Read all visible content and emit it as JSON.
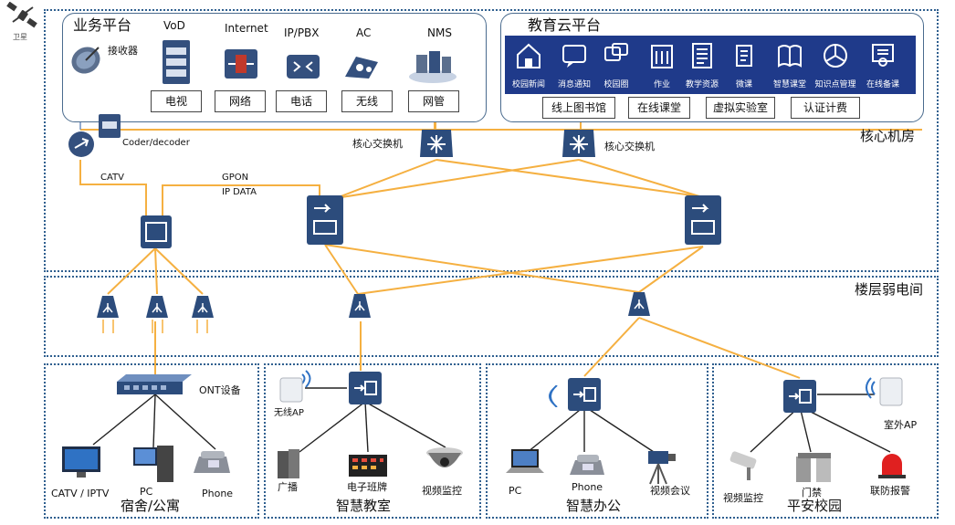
{
  "satellite_label": "卫星",
  "zones": {
    "core_room": "核心机房",
    "floor_room": "楼层弱电间",
    "dorm": "宿舍/公寓",
    "classroom": "智慧教室",
    "office": "智慧办公",
    "safe_campus": "平安校园"
  },
  "business_platform": {
    "title": "业务平台",
    "receiver": "接收器",
    "services": [
      {
        "name": "VoD",
        "box": "电视"
      },
      {
        "name": "Internet",
        "box": "网络"
      },
      {
        "name": "IP/PBX",
        "box": "电话"
      },
      {
        "name": "AC",
        "box": "无线"
      },
      {
        "name": "NMS",
        "box": "网管"
      }
    ]
  },
  "edu_cloud": {
    "title": "教育云平台",
    "apps": [
      "校园新闻",
      "消息通知",
      "校园圈",
      "作业",
      "教学资源",
      "微课",
      "智慧课堂",
      "知识点管理",
      "在线备课"
    ],
    "boxes": [
      "线上图书馆",
      "在线课堂",
      "虚拟实验室",
      "认证计费"
    ]
  },
  "core": {
    "codec": "Coder/decoder",
    "switch_left": "核心交换机",
    "switch_right": "核心交换机",
    "catv": "CATV",
    "gpon": "GPON",
    "ip_data": "IP DATA"
  },
  "dorm": {
    "ont": "ONT设备",
    "items": [
      "CATV / IPTV",
      "PC",
      "Phone"
    ]
  },
  "classroom": {
    "items": [
      "无线AP",
      "广播",
      "电子班牌",
      "视频监控"
    ]
  },
  "office": {
    "items": [
      "PC",
      "Phone",
      "视频会议"
    ]
  },
  "safe_campus": {
    "items": [
      "视频监控",
      "门禁",
      "联防报警",
      "室外AP"
    ]
  },
  "colors": {
    "link": "#f5b041",
    "device": "#2c4c7c",
    "band": "#1f3a8a",
    "zone_border": "#2f5f8f"
  }
}
